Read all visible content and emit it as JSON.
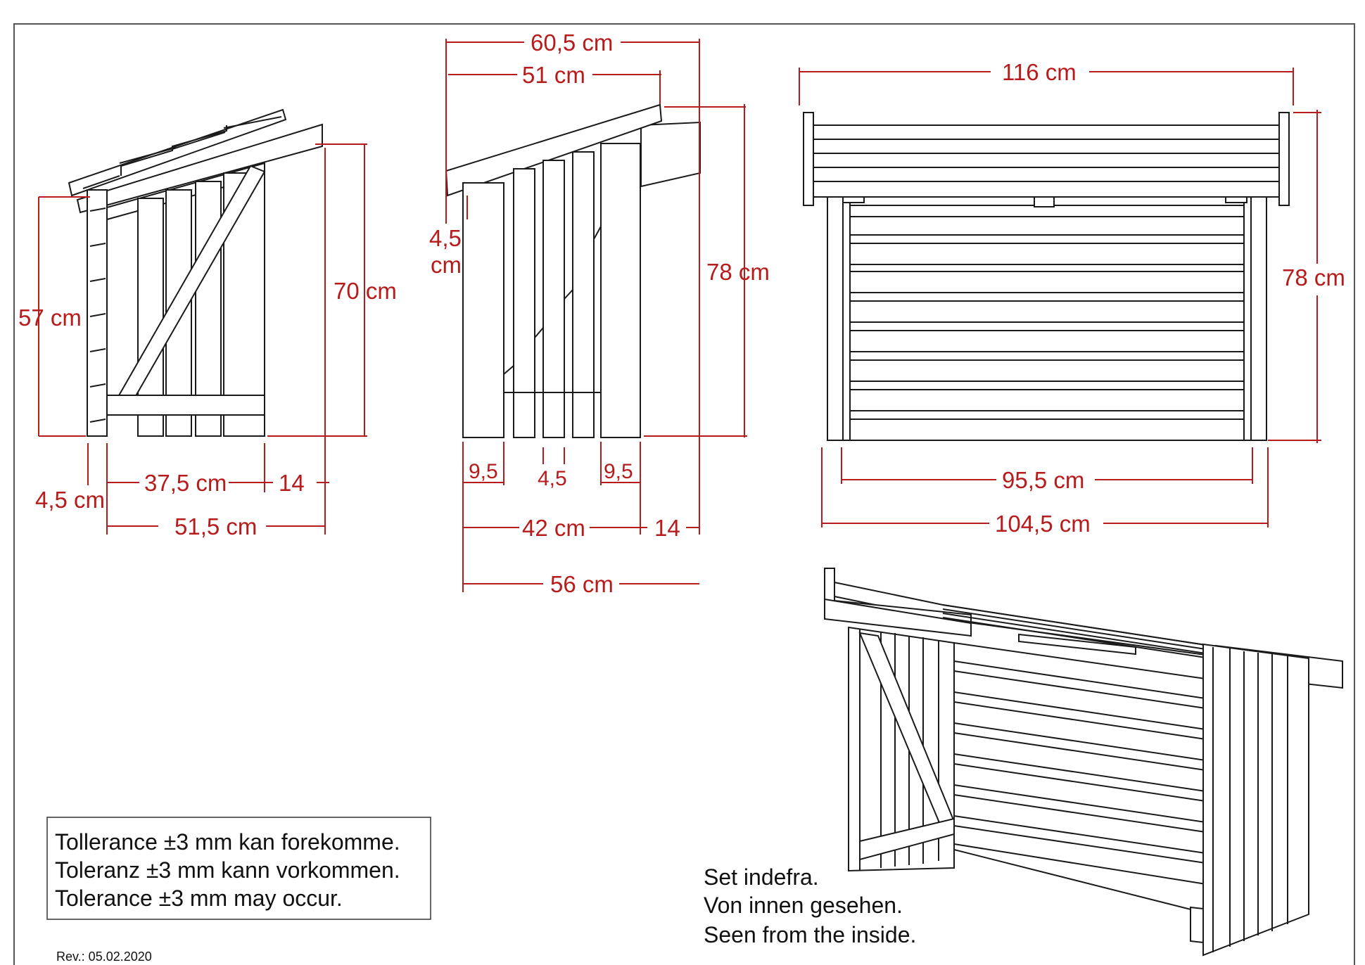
{
  "colors": {
    "dimension": "#b71c1c",
    "drawing": "#1a1a1a",
    "background": "#ffffff",
    "frame": "#555555"
  },
  "side_view": {
    "height_57": "57 cm",
    "height_70": "70 cm",
    "post_45": "4,5 cm",
    "depth_375": "37,5 cm",
    "overhang_14": "14",
    "depth_515": "51,5 cm"
  },
  "end_view": {
    "total_605": "60,5 cm",
    "roof_51": "51 cm",
    "edge_45_line1": "4,5",
    "edge_45_line2": "cm",
    "height_78": "78 cm",
    "board_95_left": "9,5",
    "gap_45": "4,5",
    "board_95_right": "9,5",
    "width_42": "42 cm",
    "overhang_14": "14",
    "width_56": "56 cm"
  },
  "front_view": {
    "width_116": "116 cm",
    "height_78": "78 cm",
    "inner_955": "95,5 cm",
    "outer_1045": "104,5 cm"
  },
  "tolerance_note": {
    "line_da": "Tollerance ±3 mm kan forekomme.",
    "line_de": "Toleranz ±3 mm kann vorkommen.",
    "line_en": "Tolerance ±3 mm may occur."
  },
  "perspective_caption": {
    "line_da": "Set indefra.",
    "line_de": "Von innen gesehen.",
    "line_en": "Seen from the inside."
  },
  "revision": "Rev.: 05.02.2020"
}
